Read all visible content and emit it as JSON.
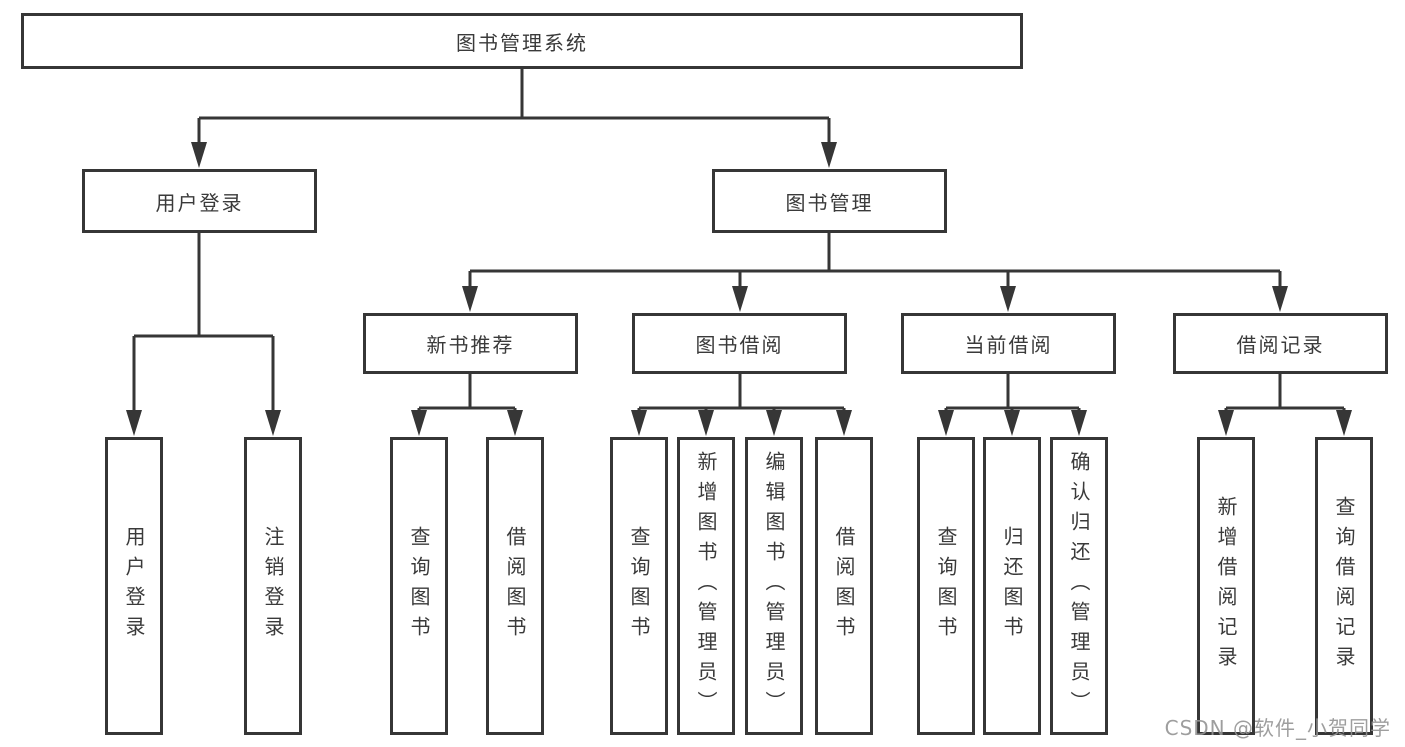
{
  "diagram": {
    "type": "hierarchy-tree",
    "colors": {
      "line": "#363636",
      "box_border": "#363636",
      "text": "#3a3a3a",
      "watermark": "#949494"
    },
    "root": {
      "label": "图书管理系统",
      "children": [
        {
          "label": "用户登录",
          "children": [
            {
              "label": "用户登录"
            },
            {
              "label": "注销登录"
            }
          ]
        },
        {
          "label": "图书管理",
          "children": [
            {
              "label": "新书推荐",
              "children": [
                {
                  "label": "查询图书"
                },
                {
                  "label": "借阅图书"
                }
              ]
            },
            {
              "label": "图书借阅",
              "children": [
                {
                  "label": "查询图书"
                },
                {
                  "label": "新增图书（管理员）"
                },
                {
                  "label": "编辑图书（管理员）"
                },
                {
                  "label": "借阅图书"
                }
              ]
            },
            {
              "label": "当前借阅",
              "children": [
                {
                  "label": "查询图书"
                },
                {
                  "label": "归还图书"
                },
                {
                  "label": "确认归还（管理员）"
                }
              ]
            },
            {
              "label": "借阅记录",
              "children": [
                {
                  "label": "新增借阅记录"
                },
                {
                  "label": "查询借阅记录"
                }
              ]
            }
          ]
        }
      ]
    }
  },
  "watermark": {
    "text": "CSDN @软件_小贺同学"
  }
}
